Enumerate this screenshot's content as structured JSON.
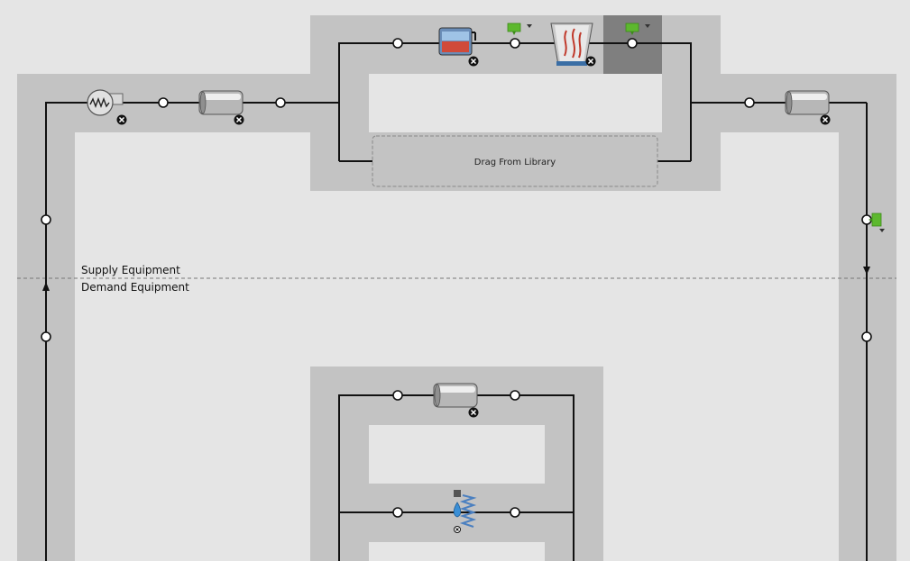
{
  "loop": {
    "supply_label": "Supply Equipment",
    "demand_label": "Demand Equipment",
    "drop_zone_label": "Drag From Library"
  },
  "components": [
    {
      "name": "pump-icon",
      "type": "pump",
      "removable": true
    },
    {
      "name": "pipe-supply-inlet-icon",
      "type": "pipe",
      "removable": true
    },
    {
      "name": "boiler-icon",
      "type": "boiler",
      "removable": true
    },
    {
      "name": "cooling-tower-icon",
      "type": "cooling-tower",
      "removable": true
    },
    {
      "name": "pipe-supply-outlet-icon",
      "type": "pipe",
      "removable": true
    },
    {
      "name": "pipe-demand-bypass-icon",
      "type": "pipe",
      "removable": true
    },
    {
      "name": "water-heater-coil-icon",
      "type": "water-use-connection",
      "removable": true
    }
  ],
  "colors": {
    "canvas": "#e5e5e5",
    "lane": "#c3c3c3",
    "selected_branch": "#7f7f7f",
    "line": "#111111",
    "setpoint_manager": "#5db82e"
  }
}
